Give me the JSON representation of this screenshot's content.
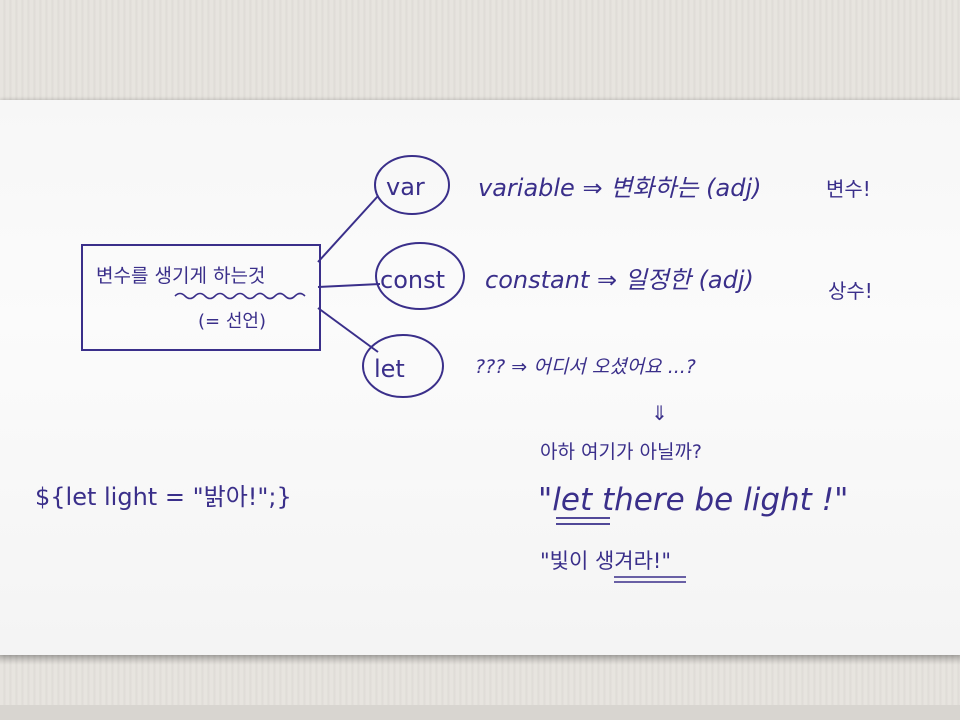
{
  "note": {
    "box": {
      "line1": "변수를 생기게 하는것",
      "line2": "(= 선언)"
    },
    "keywords": [
      {
        "word": "var",
        "meaning": "variable ⇒ 변화하는 (adj)",
        "korean": "변수!"
      },
      {
        "word": "const",
        "meaning": "constant ⇒ 일정한 (adj)",
        "korean": "상수!"
      },
      {
        "word": "let",
        "meaning": "??? ⇒ 어디서 오셨어요 ...?",
        "korean": ""
      }
    ],
    "arrow_down": "⇓",
    "guess": "아하 여기가 아닐까?",
    "quote_en": "\"let there be light !\"",
    "quote_ko": "\"빛이 생겨라!\"",
    "code": "${let light = \"밝아!\";}"
  },
  "colors": {
    "ink": "#3a2f8a",
    "paper": "#f8f8f8",
    "background": "#e4e1dc"
  }
}
